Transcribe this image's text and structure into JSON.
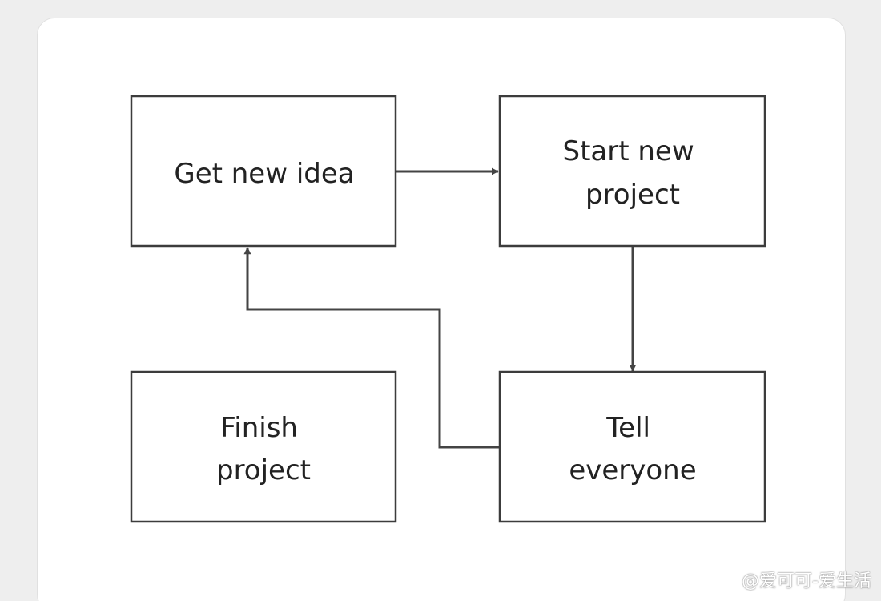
{
  "diagram": {
    "nodes": [
      {
        "id": "get-new-idea",
        "lines": [
          "Get new idea"
        ]
      },
      {
        "id": "start-new-project",
        "lines": [
          "Start new",
          "project"
        ]
      },
      {
        "id": "finish-project",
        "lines": [
          "Finish",
          "project"
        ]
      },
      {
        "id": "tell-everyone",
        "lines": [
          "Tell",
          "everyone"
        ]
      }
    ],
    "edges": [
      {
        "from": "get-new-idea",
        "to": "start-new-project"
      },
      {
        "from": "start-new-project",
        "to": "tell-everyone"
      },
      {
        "from": "tell-everyone",
        "to": "get-new-idea"
      }
    ]
  },
  "watermark": {
    "text": "@爱可可-爱生活",
    "icon": "weibo-icon"
  },
  "colors": {
    "stroke": "#3c3c3c",
    "text": "#222222",
    "card": "#ffffff",
    "background": "#eeeeee"
  }
}
